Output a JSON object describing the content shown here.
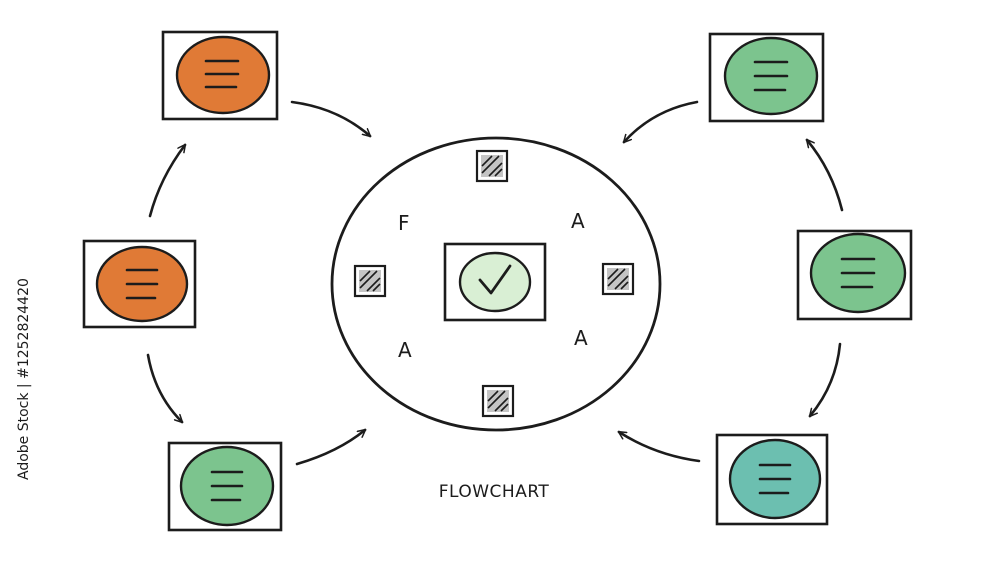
{
  "diagram": {
    "caption": "FLOWCHART",
    "center_letters": [
      "F",
      "A",
      "A",
      "A"
    ],
    "stock_id": "Adobe Stock | #1252824420"
  },
  "colors": {
    "orange": "#e07a36",
    "green": "#7cc48e",
    "teal": "#6cbfb0",
    "check_fill": "#d9efd4",
    "ink": "#1c1c1c"
  },
  "icons": {
    "center": "check-icon",
    "card": "text-lines-icon",
    "marker": "hatched-square-icon"
  },
  "cards": [
    {
      "side": "left",
      "order": 1,
      "color": "orange"
    },
    {
      "side": "left",
      "order": 2,
      "color": "orange"
    },
    {
      "side": "left",
      "order": 3,
      "color": "green"
    },
    {
      "side": "right",
      "order": 1,
      "color": "green"
    },
    {
      "side": "right",
      "order": 2,
      "color": "green"
    },
    {
      "side": "right",
      "order": 3,
      "color": "teal"
    }
  ]
}
